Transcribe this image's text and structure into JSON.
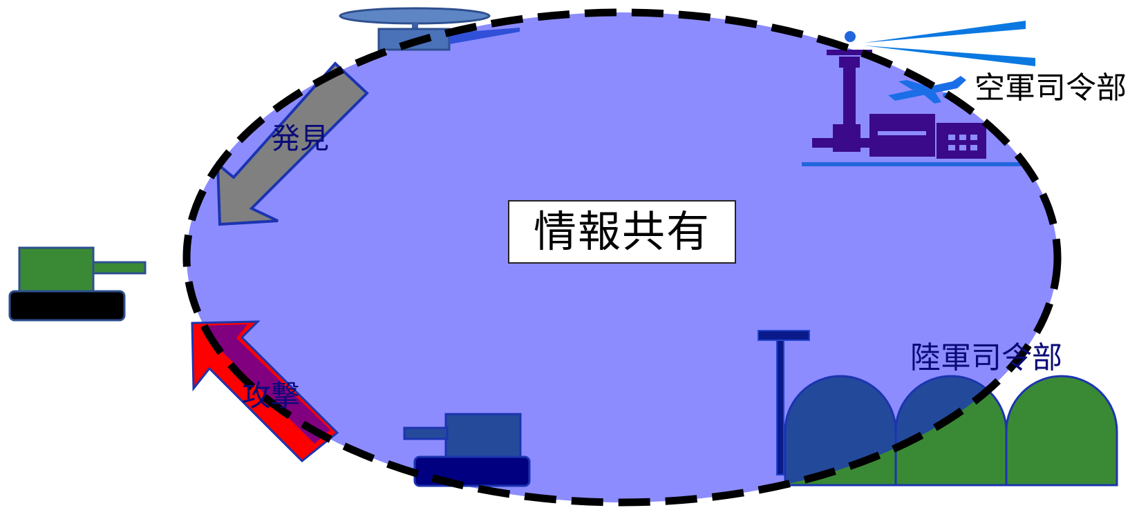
{
  "labels": {
    "center": "情報共有",
    "discover": "発見",
    "attack": "攻撃",
    "air_command": "空軍司令部",
    "army_command": "陸軍司令部"
  },
  "icons": {
    "network": "dashed-ellipse",
    "discover_arrow": "arrow-down-left-icon",
    "attack_arrow": "arrow-up-left-icon",
    "enemy": "tank-icon",
    "friendly_tank": "tank-icon",
    "helicopter": "helicopter-icon",
    "air_base": "control-tower-icon",
    "aircraft": "airplane-icon",
    "radar": "radar-beam-icon",
    "antenna": "antenna-icon",
    "hangars": "hangar-icon"
  },
  "colors": {
    "area_fill": "#8c8cff",
    "dashed_border": "#000000",
    "discover_arrow": "#808080",
    "attack_arrow_outer": "#ff0000",
    "attack_arrow_inner": "#800080",
    "enemy_tank_body": "#3a8a35",
    "friendly_tank_body": "#254a9a",
    "air_base": "#3a0a8a",
    "hangar_blue": "#234a9a",
    "hangar_green": "#3a8a35"
  }
}
